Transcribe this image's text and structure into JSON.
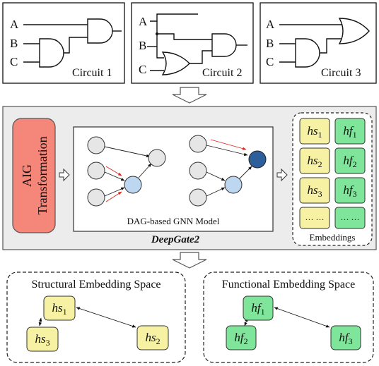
{
  "circuits": [
    {
      "label": "Circuit 1",
      "inputs": [
        "A",
        "B",
        "C"
      ]
    },
    {
      "label": "Circuit 2",
      "inputs": [
        "A",
        "B",
        "C"
      ]
    },
    {
      "label": "Circuit 3",
      "inputs": [
        "A",
        "B",
        "C"
      ]
    }
  ],
  "aig_label": [
    "AIG",
    "Transformation"
  ],
  "gnn_label": "DAG-based GNN Model",
  "model_name": "DeepGate2",
  "embeddings": {
    "label": "Embeddings",
    "rows": [
      {
        "hs": "1",
        "hf": "1"
      },
      {
        "hs": "2",
        "hf": "2"
      },
      {
        "hs": "3",
        "hf": "3"
      }
    ],
    "ellipsis": "… …"
  },
  "spaces": {
    "structural": {
      "title": "Structural Embedding Space",
      "items": [
        "1",
        "3",
        "2"
      ]
    },
    "functional": {
      "title": "Functional Embedding Space",
      "items": [
        "1",
        "2",
        "3"
      ]
    }
  },
  "symbols": {
    "hs": "hs",
    "hf": "hf"
  },
  "colors": {
    "aig_fill": "#f4867a",
    "hs_fill": "#f6f1a3",
    "hf_fill": "#7fe59a",
    "panel_fill": "#ececec",
    "node_gray": "#e6e6e6",
    "node_blue_light": "#bcd7ef",
    "node_blue_dark": "#2d5f9b",
    "arrow_red": "#e3231b"
  }
}
